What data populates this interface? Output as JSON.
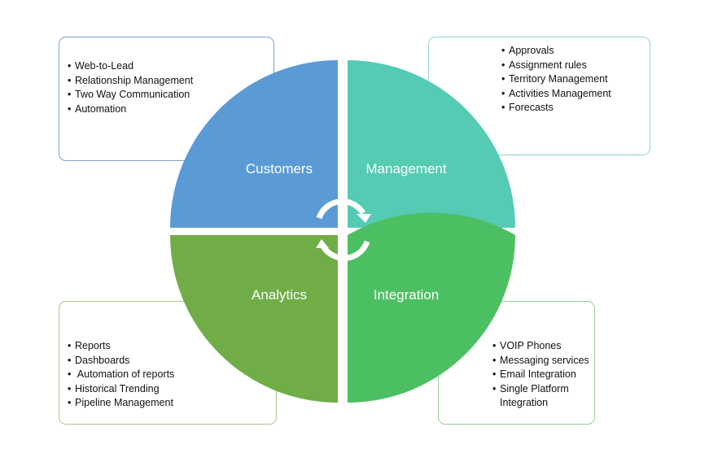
{
  "quadrants": {
    "customers": {
      "label": "Customers",
      "color": "#5b9bd5"
    },
    "management": {
      "label": "Management",
      "color": "#55cbb4"
    },
    "analytics": {
      "label": "Analytics",
      "color": "#70ad47"
    },
    "integration": {
      "label": "Integration",
      "color": "#4cbf63"
    }
  },
  "lists": {
    "customers": [
      "Web-to-Lead",
      "Relationship Management",
      "Two Way Communication",
      "Automation"
    ],
    "management": [
      "Approvals",
      "Assignment rules",
      "Territory Management",
      "Activities Management",
      "Forecasts"
    ],
    "analytics": [
      "Reports",
      "Dashboards",
      " Automation of reports",
      "Historical Trending",
      "Pipeline Management"
    ],
    "integration": [
      "VOIP Phones",
      "Messaging services",
      "Email Integration",
      "Single Platform Integration"
    ]
  },
  "center_icon": "circular-arrows-icon"
}
